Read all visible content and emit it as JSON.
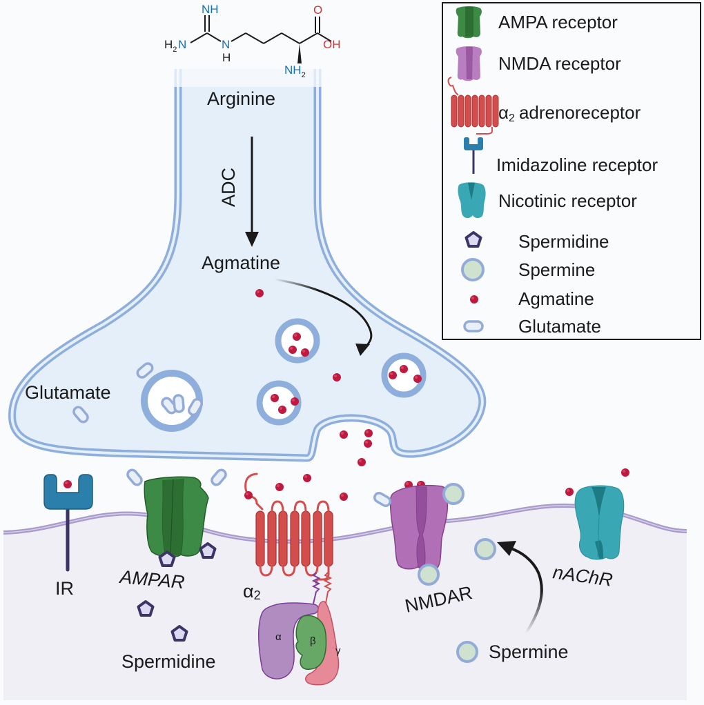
{
  "diagram": {
    "title": "Agmatine synthesis, release and receptor targets at the synapse",
    "molecule": {
      "name_label": "Arginine",
      "atoms": {
        "imine": "NH",
        "amine_left": "H",
        "amine_left_sub": "2",
        "amine_left_n": "N",
        "nh_n": "N",
        "nh_h": "H",
        "carbonyl_o": "O",
        "hydroxyl": "OH",
        "alpha_amine_n": "NH",
        "alpha_amine_sub": "2"
      }
    },
    "presynaptic": {
      "enzyme_label": "ADC",
      "product_label": "Agmatine",
      "glutamate_label": "Glutamate"
    },
    "postsynaptic": {
      "receptor_labels": {
        "ir": "IR",
        "ampar": "AMPAR",
        "alpha2": "α",
        "alpha2_sub": "2",
        "nmdar": "NMDAR",
        "nachr": "nAChR"
      },
      "g_protein_subunits": [
        "α",
        "β",
        "γ"
      ],
      "spermidine_label": "Spermidine",
      "spermine_label": "Spermine"
    },
    "colors": {
      "ampa": "#2f7a35",
      "nmda": "#a767b0",
      "alpha2": "#d44d4d",
      "imidazoline": "#2a7fab",
      "nicotinic": "#3aa7b5",
      "agmatine": "#c0193f",
      "spermine_fill": "#cfe2cf",
      "spermine_ring": "#93abd8",
      "spermidine_fill": "#dcdaf2",
      "spermidine_stroke": "#3d3466",
      "membrane": "#a99ccc",
      "cytoplasm": "#e4eff9",
      "terminal_membrane": "#8eaedb"
    }
  },
  "legend": {
    "items": [
      {
        "icon": "ampa-receptor-icon",
        "label": "AMPA receptor"
      },
      {
        "icon": "nmda-receptor-icon",
        "label": "NMDA receptor"
      },
      {
        "icon": "alpha2-adrenoreceptor-icon",
        "label_prefix": "α",
        "label_sub": "2",
        "label": "adrenoreceptor"
      },
      {
        "icon": "imidazoline-receptor-icon",
        "label": "Imidazoline receptor"
      },
      {
        "icon": "nicotinic-receptor-icon",
        "label": "Nicotinic receptor"
      },
      {
        "icon": "spermidine-icon",
        "label": "Spermidine"
      },
      {
        "icon": "spermine-icon",
        "label": "Spermine"
      },
      {
        "icon": "agmatine-icon",
        "label": "Agmatine"
      },
      {
        "icon": "glutamate-icon",
        "label": "Glutamate"
      }
    ]
  }
}
